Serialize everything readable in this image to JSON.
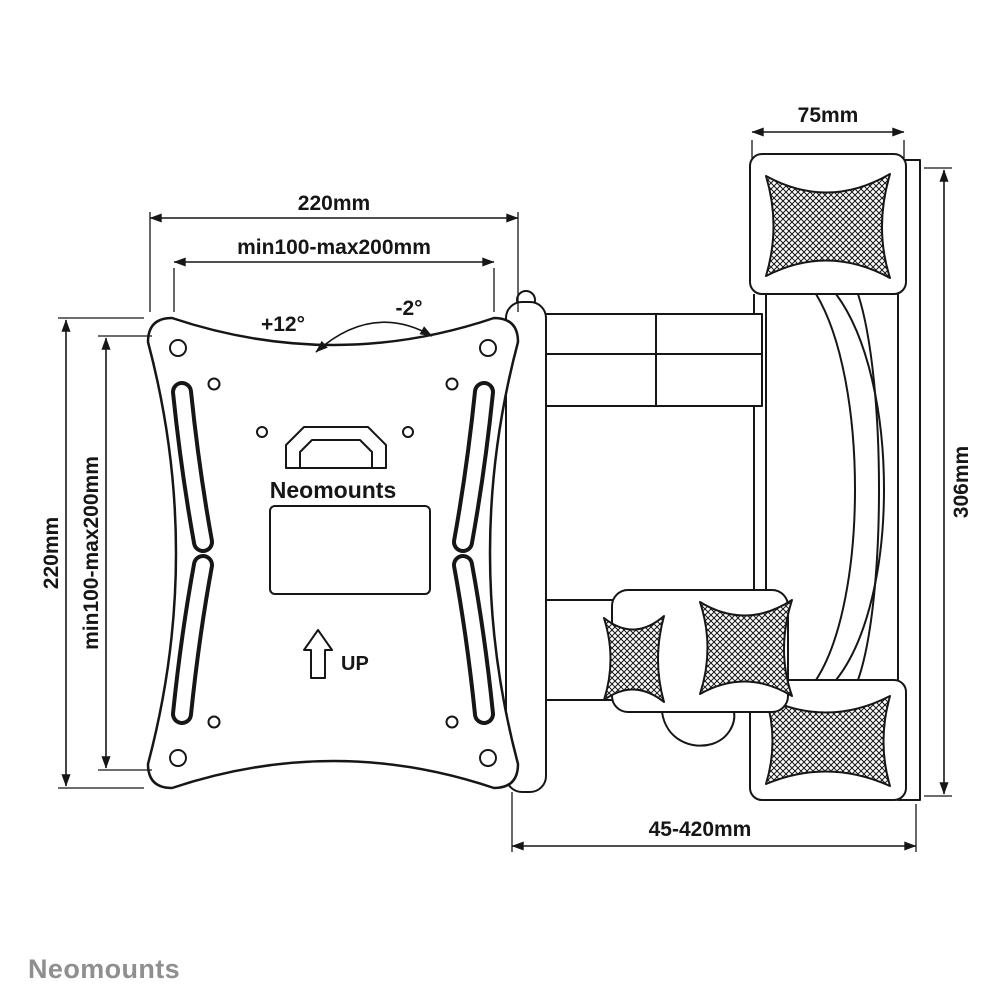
{
  "dimensions": {
    "plate_width": "220mm",
    "plate_slot_width": "min100-max200mm",
    "plate_height": "220mm",
    "plate_slot_height": "min100-max200mm",
    "wall_bracket_depth": "75mm",
    "wall_bracket_height": "306mm",
    "arm_extension": "45-420mm"
  },
  "tilt": {
    "up": "+12°",
    "down": "-2°"
  },
  "plate": {
    "brand": "Neomounts",
    "orientation": "UP"
  },
  "footer": {
    "brand": "Neomounts"
  },
  "colors": {
    "line": "#161616",
    "logo_gray": "#8f8f8f",
    "background": "#ffffff"
  }
}
